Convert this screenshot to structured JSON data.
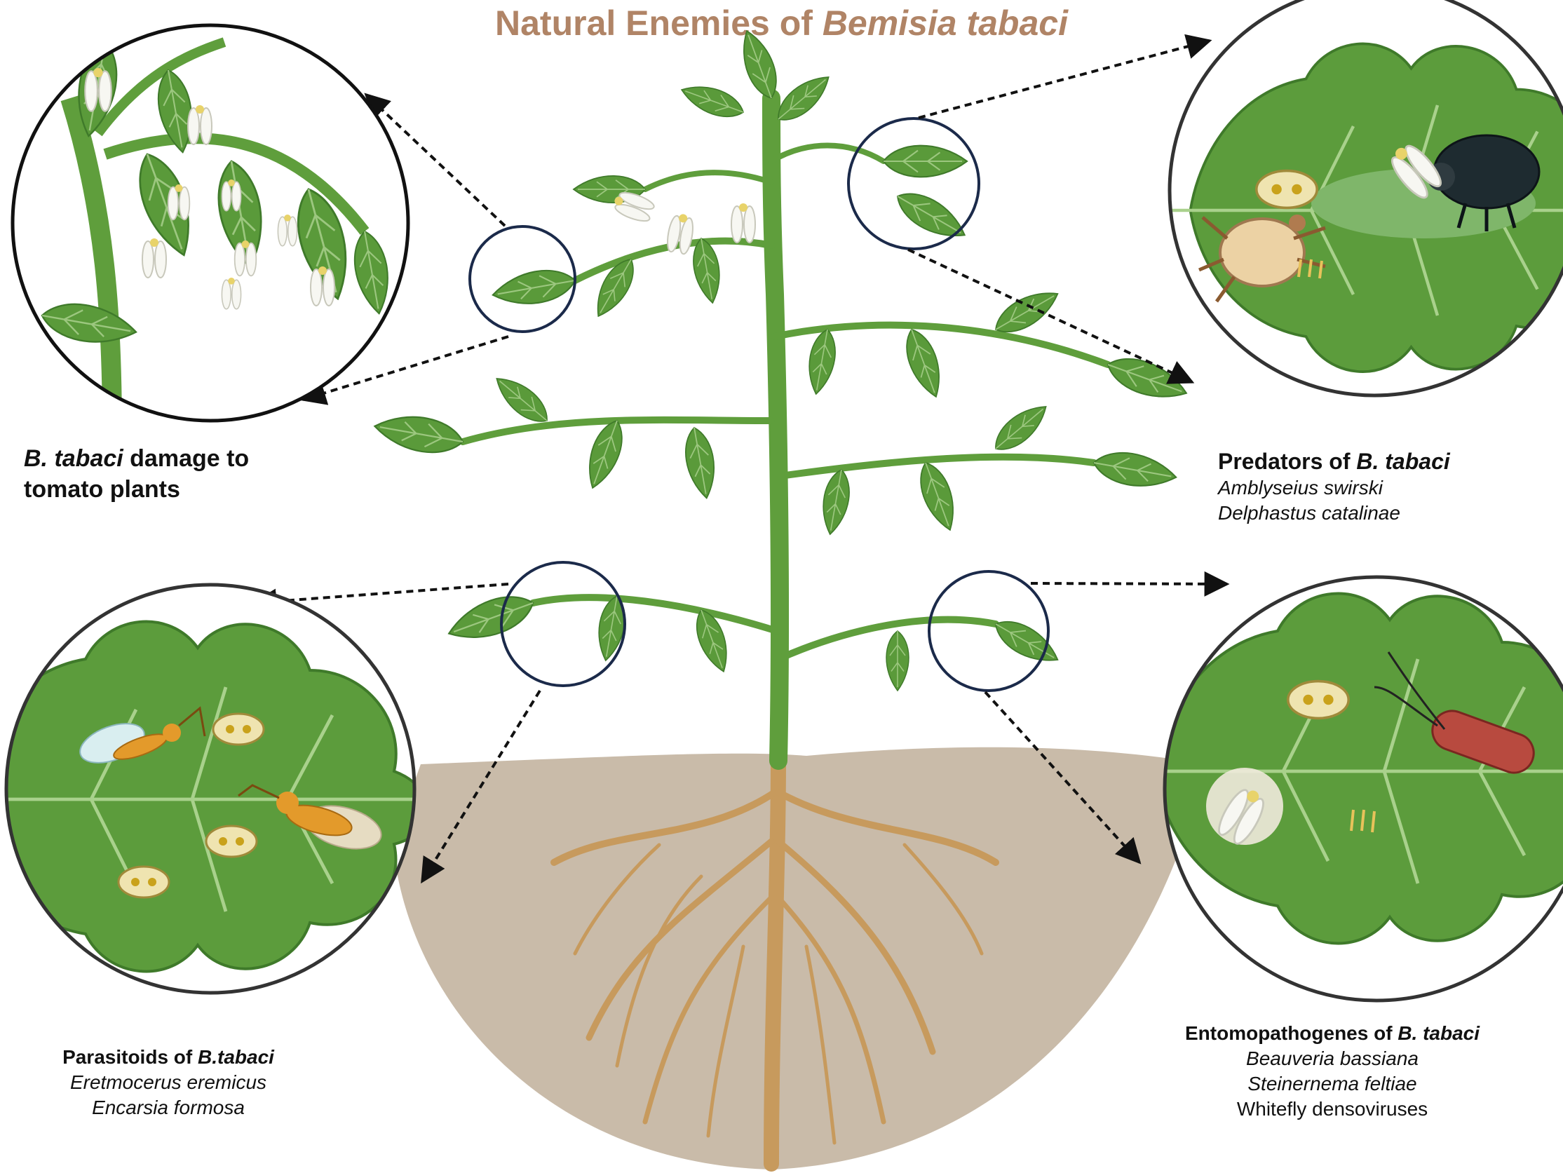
{
  "title": {
    "prefix": "Natural Enemies of ",
    "species": "Bemisia tabaci"
  },
  "panels": {
    "damage": {
      "heading_species": "B. tabaci",
      "heading_line1_rest": " damage to",
      "heading_line2": "tomato plants"
    },
    "predators": {
      "heading_prefix": "Predators of ",
      "heading_species": "B. tabaci",
      "items": [
        "Amblyseius swirski",
        "Delphastus catalinae"
      ]
    },
    "parasitoids": {
      "heading_prefix": "Parasitoids of ",
      "heading_species": "B.tabaci",
      "items": [
        "Eretmocerus eremicus",
        "Encarsia formosa"
      ]
    },
    "entomopathogens": {
      "heading_prefix": "Entomopathogenes of ",
      "heading_species": "B. tabaci",
      "items": [
        "Beauveria bassiana",
        "Steinernema feltiae"
      ],
      "extra": "Whitefly densoviruses"
    }
  },
  "colors": {
    "title": "#b08466",
    "leaf": "#5a9a3a",
    "leaf_dark": "#3f7a2a",
    "stem": "#5f9e3c",
    "soil": "#c9bba9",
    "root": "#c79a5d",
    "circle_stroke": "#3a3a3a",
    "marker_circle": "#1b2a4a"
  }
}
